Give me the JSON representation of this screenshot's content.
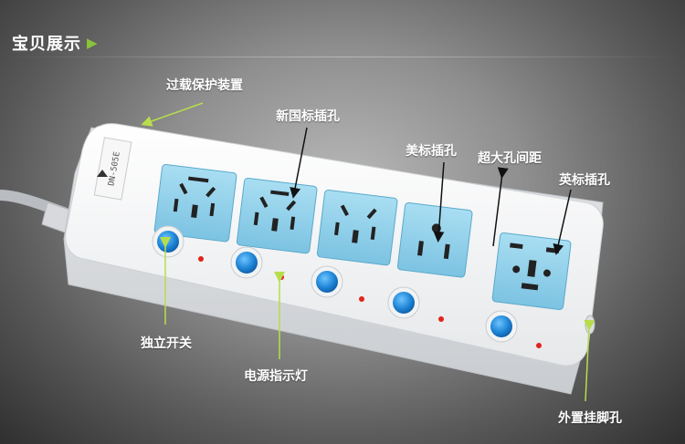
{
  "header": {
    "title": "宝贝展示",
    "arrow": "▶"
  },
  "brand": {
    "model_text": "DN-505E"
  },
  "labels": {
    "overload": "过载保护装置",
    "new_national": "新国标插孔",
    "american": "美标插孔",
    "wide_spacing": "超大孔间距",
    "british": "英标插孔",
    "switch": "独立开关",
    "indicator": "电源指示灯",
    "hanging_hole": "外置挂脚孔"
  },
  "colors": {
    "socket_blue": "#8fd0ea",
    "button_blue": "#1f86d6",
    "label_line": "#b7dd4b",
    "led_red": "#e2231a"
  }
}
